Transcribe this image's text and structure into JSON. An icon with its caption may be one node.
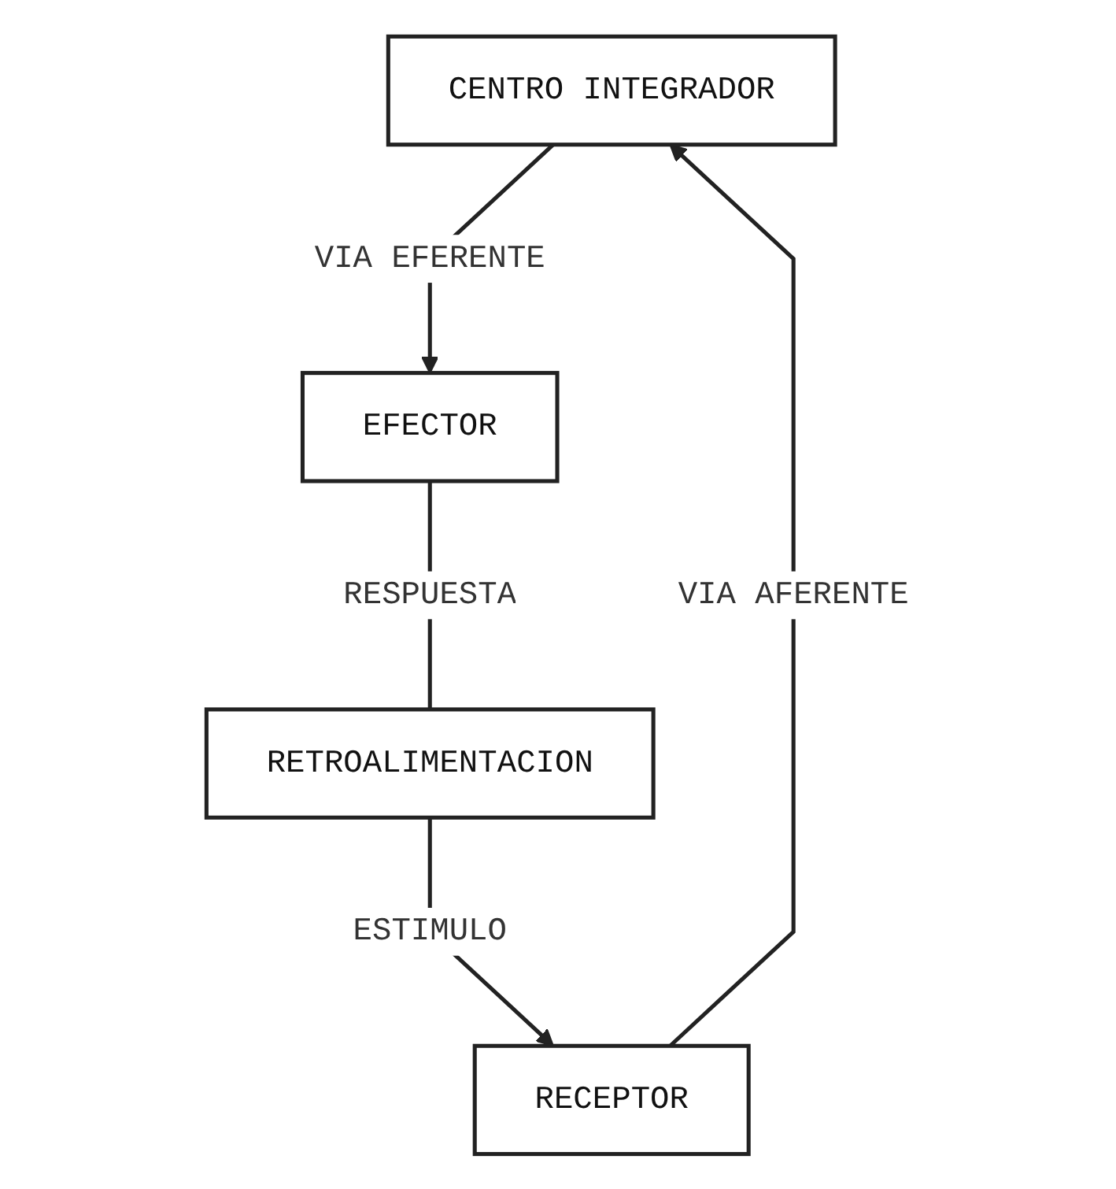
{
  "diagram": {
    "nodes": [
      {
        "text": [
          "CENTRO INTEGRADOR"
        ]
      },
      {
        "text": [
          "RECEPTOR"
        ]
      },
      {
        "text": [
          "EFECTOR"
        ]
      },
      {
        "text": [
          "RETROALIMENTACION"
        ]
      }
    ],
    "edges": [
      {
        "from": 1,
        "to": 0,
        "arrow": "to",
        "label": "VIA AFERENTE"
      },
      {
        "from": 0,
        "to": 2,
        "arrow": "to",
        "label": "VIA EFERENTE"
      },
      {
        "from": 2,
        "to": 3,
        "arrow": "none",
        "label": "RESPUESTA"
      },
      {
        "from": 3,
        "to": 1,
        "arrow": "to",
        "label": "ESTIMULO"
      }
    ]
  }
}
